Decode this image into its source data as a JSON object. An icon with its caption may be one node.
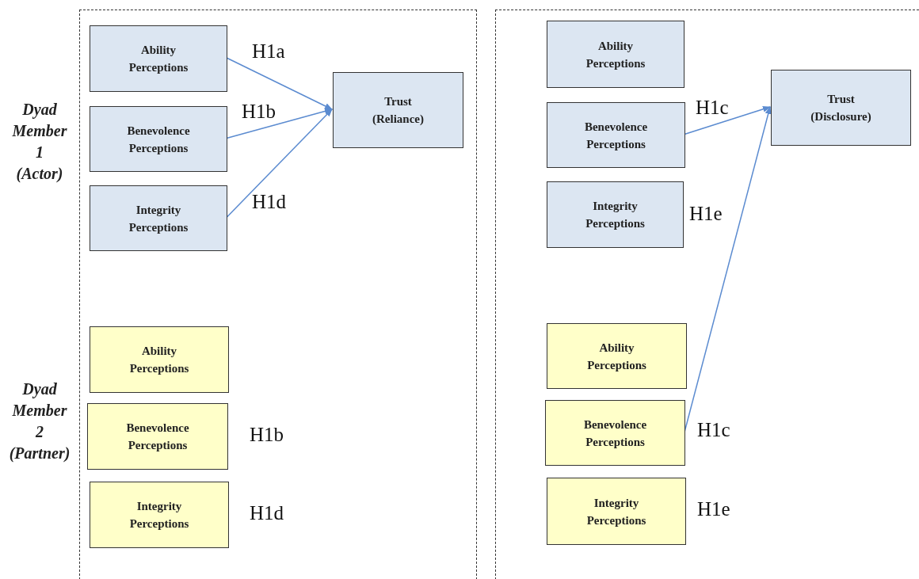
{
  "diagram": {
    "nodes": [
      {
        "text": [],
        "shape": "box"
      },
      {
        "text": [
          "Ability Perceptions"
        ],
        "in": 0
      },
      {
        "text": [
          "Benevolence Perceptions"
        ],
        "in": 0
      },
      {
        "text": [
          "Integrity Perceptions"
        ],
        "in": 0
      },
      {
        "text": [
          "Trust (Reliance)"
        ],
        "in": 0
      },
      {
        "text": [
          "Ability Perceptions"
        ],
        "in": 0
      },
      {
        "text": [
          "Benevolence Perceptions"
        ],
        "in": 0,
        "beside": [
          "H1b"
        ]
      },
      {
        "text": [
          "Integrity Perceptions"
        ],
        "in": 0,
        "beside": [
          "H1d"
        ]
      },
      {
        "text": [],
        "shape": "box"
      },
      {
        "text": [
          "Ability Perceptions"
        ],
        "in": 8
      },
      {
        "text": [
          "Benevolence Perceptions"
        ],
        "in": 8
      },
      {
        "text": [
          "Integrity Perceptions"
        ],
        "in": 8,
        "beside": [
          "H1e"
        ]
      },
      {
        "text": [
          "Trust (Disclosure)"
        ],
        "in": 8
      },
      {
        "text": [
          "Ability Perceptions"
        ],
        "in": 8
      },
      {
        "text": [
          "Benevolence Perceptions"
        ],
        "in": 8
      },
      {
        "text": [
          "Integrity Perceptions"
        ],
        "in": 8,
        "beside": [
          "H1e"
        ]
      }
    ],
    "edges": [
      {
        "from": 1,
        "to": 4,
        "arrow": "to",
        "label": "H1a"
      },
      {
        "from": 2,
        "to": 4,
        "arrow": "to",
        "label": "H1b"
      },
      {
        "from": 3,
        "to": 4,
        "arrow": "to",
        "label": "H1d"
      },
      {
        "from": 10,
        "to": 12,
        "arrow": "to",
        "label": "H1c"
      },
      {
        "from": 14,
        "to": 12,
        "arrow": "to",
        "label": "H1c"
      }
    ],
    "labels": [
      "Dyad Member 1 (Actor)",
      "Dyad Member 2 (Partner)"
    ]
  }
}
